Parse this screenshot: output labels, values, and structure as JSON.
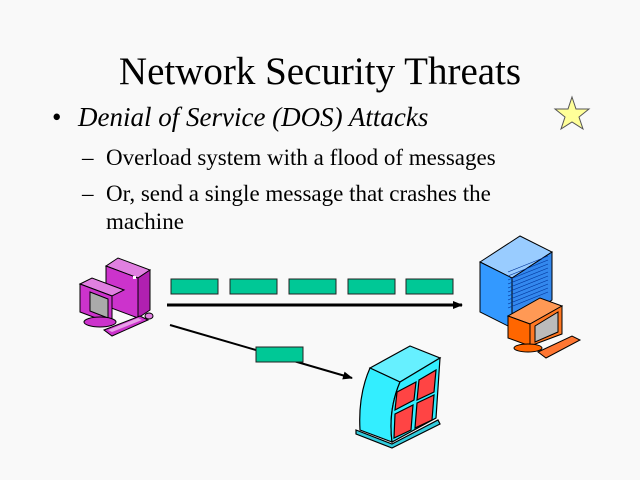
{
  "slide": {
    "title": "Network Security Threats",
    "bullet": {
      "marker": "•",
      "text": "Denial of Service (DOS) Attacks"
    },
    "sub_marker": "–",
    "sub_bullets": [
      "Overload system with a flood of messages",
      "Or, send a single message that crashes the machine"
    ],
    "sub2_line1": "Or, send a single message that crashes the",
    "sub2_line2": "machine"
  },
  "diagram": {
    "flood_packet_count": 5,
    "single_packet_count": 1,
    "colors": {
      "packet": "#00c896",
      "attacker_computer": "#cc33cc",
      "server": "#3399ff",
      "server_monitor": "#ff6600",
      "crashed_machine": "#33eeff",
      "crashed_machine_panels": "#ff4444",
      "star": "#ffff99"
    },
    "icons": [
      "star-icon",
      "attacker-computer-icon",
      "target-server-icon",
      "crashed-machine-icon"
    ]
  }
}
